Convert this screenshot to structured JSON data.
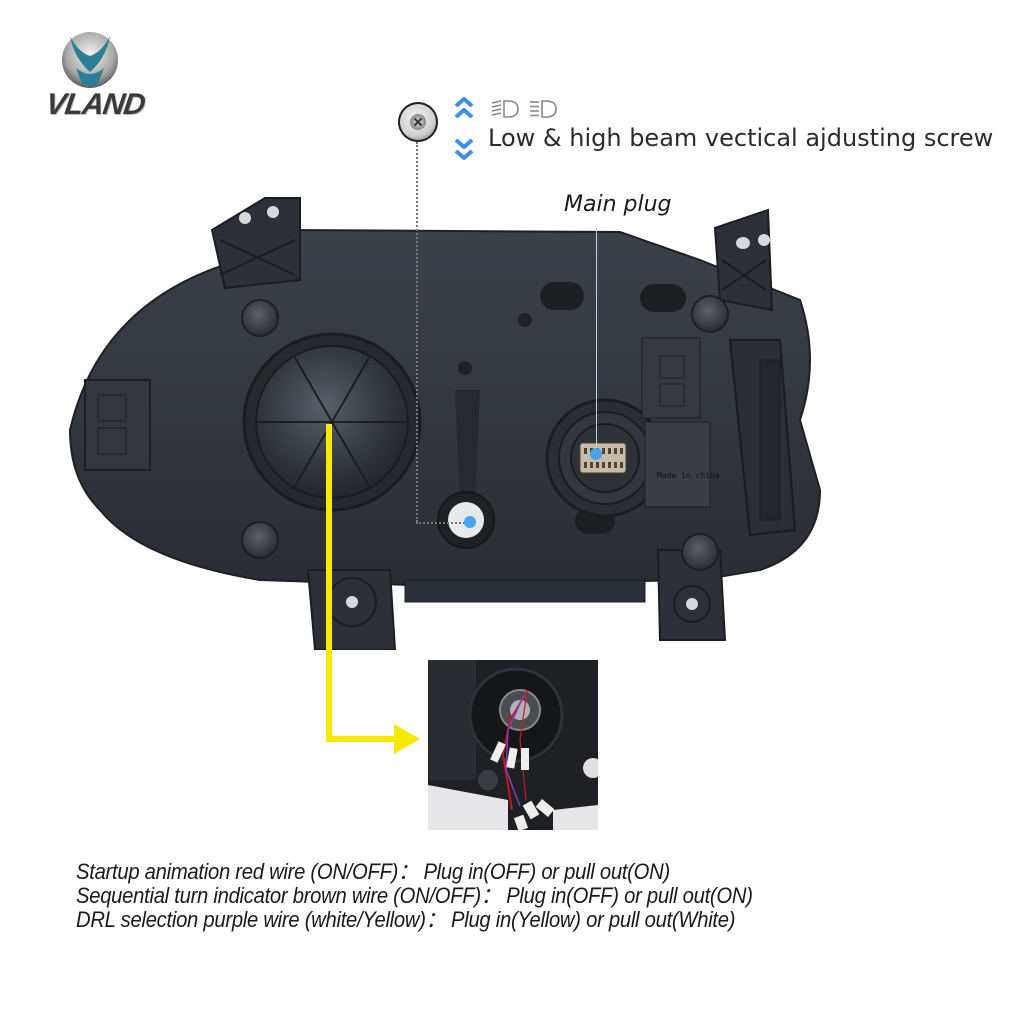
{
  "brand": {
    "name": "VLAND",
    "logo_colors": {
      "teal": "#2a7f94",
      "silver": "#c8c8c8",
      "text": "#3a3a3a"
    }
  },
  "annotations": {
    "adjusting_screw": {
      "icon": "screw-icon",
      "up_icon": "double-chevron-up-icon",
      "down_icon": "double-chevron-down-icon",
      "beam_icons": [
        "low-beam-icon",
        "high-beam-icon"
      ],
      "label": "Low & high beam vectical ajdusting screw",
      "chevron_color": "#3d8ee8"
    },
    "main_plug": {
      "label": "Main plug",
      "marker_color": "#4aa3f0"
    },
    "housing_text": "Made in china",
    "connector_color": "#f7ea00"
  },
  "instructions": [
    "Startup animation red wire (ON/OFF)： Plug in(OFF) or pull out(ON)",
    "Sequential turn indicator brown wire (ON/OFF)： Plug in(OFF) or pull out(ON)",
    "DRL selection purple wire (white/Yellow)： Plug in(Yellow) or pull out(White)"
  ]
}
